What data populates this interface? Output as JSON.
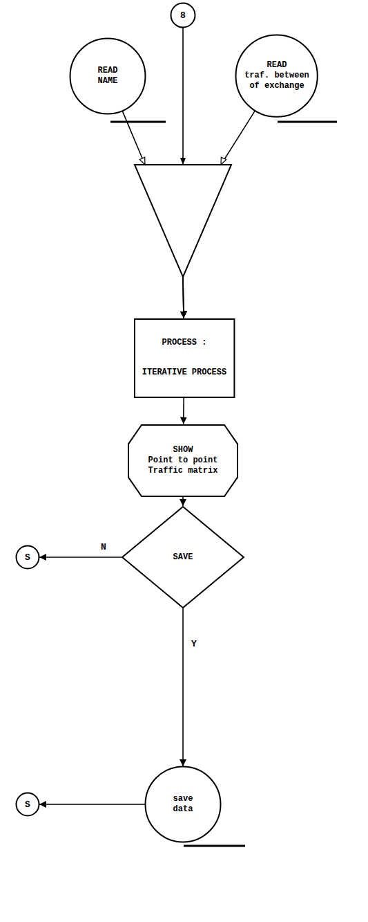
{
  "diagram": {
    "nodes": [
      {
        "text": [
          "8"
        ]
      },
      {
        "text": [
          "READ",
          "NAME"
        ]
      },
      {
        "text": [
          "READ",
          "traf. between of exchange"
        ]
      },
      {
        "text": [
          "PROCESS :",
          "ITERATIVE PROCESS"
        ]
      },
      {
        "text": [
          "SHOW",
          "Point to point Traffic matrix"
        ]
      },
      {
        "text": [
          "SAVE"
        ]
      },
      {
        "text": [
          "S"
        ]
      },
      {
        "text": [
          "save data"
        ]
      },
      {
        "text": [
          "S"
        ]
      }
    ],
    "edges": [
      {
        "from": 0,
        "to": 3,
        "arrow": "to"
      },
      {
        "from": 1,
        "to": 3,
        "arrow": "to"
      },
      {
        "from": 2,
        "to": 3,
        "arrow": "to"
      },
      {
        "from": 3,
        "to": 4,
        "arrow": "to"
      },
      {
        "from": 4,
        "to": 5,
        "arrow": "to"
      },
      {
        "from": 5,
        "to": 6,
        "label": "N",
        "arrow": "to"
      },
      {
        "from": 5,
        "to": 7,
        "label": "Y",
        "arrow": "to"
      },
      {
        "from": 7,
        "to": 8,
        "arrow": "to"
      }
    ]
  }
}
